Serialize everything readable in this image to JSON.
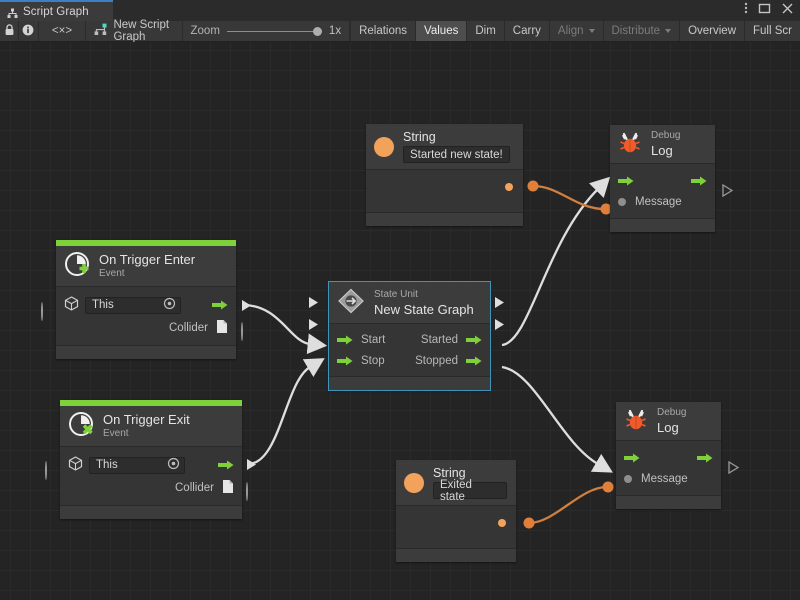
{
  "window": {
    "tab_label": "Script Graph",
    "tab_icon": "graph-icon",
    "controls": {
      "menu": "⋮",
      "maximize": "▢",
      "close": "✕"
    }
  },
  "toolbar": {
    "lock_icon": "lock-icon",
    "info_icon": "info-icon",
    "code_label": "<×>",
    "graph_icon": "script-graph-icon",
    "graph_name": "New Script Graph",
    "zoom_label": "Zoom",
    "zoom_value": "1x",
    "items": [
      {
        "label": "Relations",
        "state": "normal"
      },
      {
        "label": "Values",
        "state": "active"
      },
      {
        "label": "Dim",
        "state": "normal"
      },
      {
        "label": "Carry",
        "state": "normal"
      },
      {
        "label": "Align",
        "state": "dim",
        "caret": true
      },
      {
        "label": "Distribute",
        "state": "dim",
        "caret": true
      },
      {
        "label": "Overview",
        "state": "normal"
      },
      {
        "label": "Full Scr",
        "state": "normal"
      }
    ]
  },
  "graph": {
    "nodes": {
      "string_top": {
        "type": "string-literal-node",
        "title": "String",
        "value": "Started new state!"
      },
      "debug_log_top": {
        "type": "debug-log-node",
        "subtitle": "Debug",
        "title": "Log",
        "input_label": "Message"
      },
      "on_trigger_enter": {
        "type": "event-node",
        "subtitle": "Event",
        "title": "On Trigger Enter",
        "target_value": "This",
        "output_label": "Collider"
      },
      "state_unit": {
        "type": "state-unit-node",
        "subtitle": "State Unit",
        "title": "New State Graph",
        "selected": true,
        "inputs": [
          "Start",
          "Stop"
        ],
        "outputs": [
          "Started",
          "Stopped"
        ]
      },
      "on_trigger_exit": {
        "type": "event-node",
        "subtitle": "Event",
        "title": "On Trigger Exit",
        "target_value": "This",
        "output_label": "Collider"
      },
      "string_bottom": {
        "type": "string-literal-node",
        "title": "String",
        "value": "Exited state"
      },
      "debug_log_bottom": {
        "type": "debug-log-node",
        "subtitle": "Debug",
        "title": "Log",
        "input_label": "Message"
      }
    },
    "colors": {
      "accent_green": "#7fd13b",
      "value_orange": "#f3a25c",
      "control_white": "#d8d8d8",
      "selection_blue": "#3f94b8",
      "canvas": "#242424"
    }
  }
}
